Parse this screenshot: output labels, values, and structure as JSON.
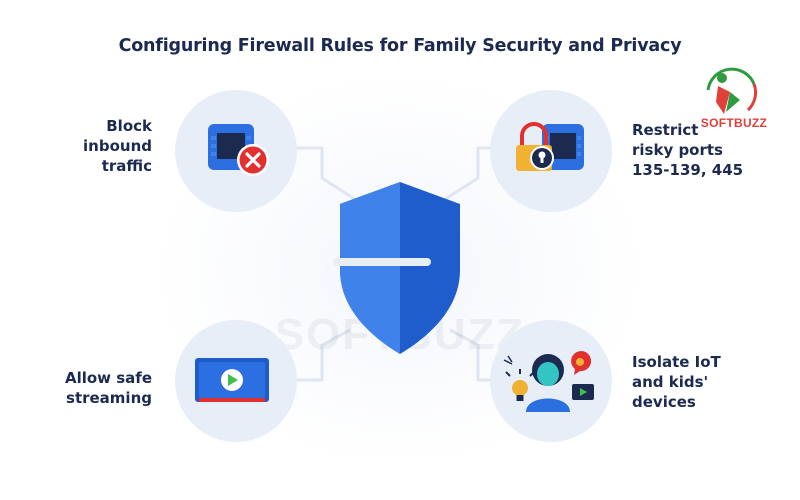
{
  "title": "Configuring Firewall Rules for Family Security and Privacy",
  "logo": {
    "text": "SOFTBUZZ",
    "accent": "#e0403a",
    "accent2": "#2e9b3e"
  },
  "watermark": "SOFTBUZZ",
  "colors": {
    "navy": "#1d2a50",
    "blue": "#2b6fe0",
    "shield_light": "#3f82ea",
    "shield_dark": "#1f5dcc",
    "circle_bg": "#e7eef8",
    "danger": "#e23030",
    "play": "#3fbf4a",
    "lock_gold": "#f1b233"
  },
  "nodes": {
    "block": {
      "lines": [
        "Block",
        "inbound",
        "traffic"
      ],
      "icon": "server-blocked-icon"
    },
    "restrict": {
      "lines": [
        "Restrict",
        "risky ports",
        "135-139, 445"
      ],
      "icon": "server-lock-icon"
    },
    "streaming": {
      "lines": [
        "Allow safe",
        "streaming"
      ],
      "icon": "video-play-icon"
    },
    "isolate": {
      "lines": [
        "Isolate IoT",
        "and kids'",
        "devices"
      ],
      "icon": "child-iot-devices-icon"
    }
  },
  "center_icon": "shield-icon"
}
